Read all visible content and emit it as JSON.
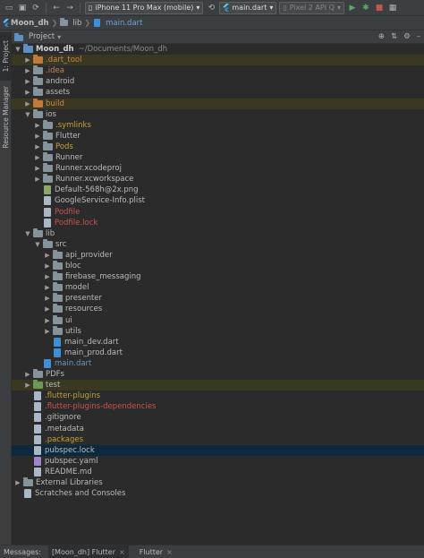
{
  "toolbar": {
    "device": "iPhone 11 Pro Max (mobile)",
    "run_config": "main.dart",
    "emulator": "Pixel 2 API Q"
  },
  "nav": {
    "project": "Moon_dh",
    "folder": "lib",
    "file": "main.dart"
  },
  "left_tabs": {
    "project": "1: Project",
    "resource_manager": "Resource Manager"
  },
  "panel": {
    "title": "Project"
  },
  "tree": [
    {
      "label": "Moon_dh",
      "path": "~/Documents/Moon_dh",
      "depth": 0,
      "arrow": "open",
      "icon": "module",
      "color": "bold"
    },
    {
      "label": ".dart_tool",
      "depth": 1,
      "arrow": "closed",
      "icon": "folder-orange",
      "color": "orange",
      "excluded": true
    },
    {
      "label": ".idea",
      "depth": 1,
      "arrow": "closed",
      "icon": "folder",
      "color": "orange"
    },
    {
      "label": "android",
      "depth": 1,
      "arrow": "closed",
      "icon": "folder",
      "color": "default"
    },
    {
      "label": "assets",
      "depth": 1,
      "arrow": "closed",
      "icon": "folder",
      "color": "default"
    },
    {
      "label": "build",
      "depth": 1,
      "arrow": "closed",
      "icon": "folder-orange",
      "color": "orange",
      "excluded": true
    },
    {
      "label": "ios",
      "depth": 1,
      "arrow": "open",
      "icon": "folder",
      "color": "default"
    },
    {
      "label": ".symlinks",
      "depth": 2,
      "arrow": "closed",
      "icon": "folder",
      "color": "yellowish"
    },
    {
      "label": "Flutter",
      "depth": 2,
      "arrow": "closed",
      "icon": "folder",
      "color": "default"
    },
    {
      "label": "Pods",
      "depth": 2,
      "arrow": "closed",
      "icon": "folder",
      "color": "yellowish"
    },
    {
      "label": "Runner",
      "depth": 2,
      "arrow": "closed",
      "icon": "folder",
      "color": "default"
    },
    {
      "label": "Runner.xcodeproj",
      "depth": 2,
      "arrow": "closed",
      "icon": "folder",
      "color": "default"
    },
    {
      "label": "Runner.xcworkspace",
      "depth": 2,
      "arrow": "closed",
      "icon": "folder",
      "color": "default"
    },
    {
      "label": "Default-568h@2x.png",
      "depth": 2,
      "arrow": "none",
      "icon": "file-img",
      "color": "default"
    },
    {
      "label": "GoogleService-Info.plist",
      "depth": 2,
      "arrow": "none",
      "icon": "file-text",
      "color": "default"
    },
    {
      "label": "Podfile",
      "depth": 2,
      "arrow": "none",
      "icon": "file-text",
      "color": "red"
    },
    {
      "label": "Podfile.lock",
      "depth": 2,
      "arrow": "none",
      "icon": "file-text",
      "color": "red"
    },
    {
      "label": "lib",
      "depth": 1,
      "arrow": "open",
      "icon": "folder",
      "color": "default"
    },
    {
      "label": "src",
      "depth": 2,
      "arrow": "open",
      "icon": "folder",
      "color": "default"
    },
    {
      "label": "api_provider",
      "depth": 3,
      "arrow": "closed",
      "icon": "folder",
      "color": "default"
    },
    {
      "label": "bloc",
      "depth": 3,
      "arrow": "closed",
      "icon": "folder",
      "color": "default"
    },
    {
      "label": "firebase_messaging",
      "depth": 3,
      "arrow": "closed",
      "icon": "folder",
      "color": "default"
    },
    {
      "label": "model",
      "depth": 3,
      "arrow": "closed",
      "icon": "folder",
      "color": "default"
    },
    {
      "label": "presenter",
      "depth": 3,
      "arrow": "closed",
      "icon": "folder",
      "color": "default"
    },
    {
      "label": "resources",
      "depth": 3,
      "arrow": "closed",
      "icon": "folder",
      "color": "default"
    },
    {
      "label": "ui",
      "depth": 3,
      "arrow": "closed",
      "icon": "folder",
      "color": "default"
    },
    {
      "label": "utils",
      "depth": 3,
      "arrow": "closed",
      "icon": "folder",
      "color": "default"
    },
    {
      "label": "main_dev.dart",
      "depth": 3,
      "arrow": "none",
      "icon": "file-dart",
      "color": "default"
    },
    {
      "label": "main_prod.dart",
      "depth": 3,
      "arrow": "none",
      "icon": "file-dart",
      "color": "default"
    },
    {
      "label": "main.dart",
      "depth": 2,
      "arrow": "none",
      "icon": "file-dart",
      "color": "blue"
    },
    {
      "label": "PDFs",
      "depth": 1,
      "arrow": "closed",
      "icon": "folder",
      "color": "default"
    },
    {
      "label": "test",
      "depth": 1,
      "arrow": "closed",
      "icon": "folder-green",
      "color": "default",
      "excluded": true
    },
    {
      "label": ".flutter-plugins",
      "depth": 1,
      "arrow": "none",
      "icon": "file-text",
      "color": "yellowish"
    },
    {
      "label": ".flutter-plugins-dependencies",
      "depth": 1,
      "arrow": "none",
      "icon": "file-text",
      "color": "red"
    },
    {
      "label": ".gitignore",
      "depth": 1,
      "arrow": "none",
      "icon": "file-text",
      "color": "default"
    },
    {
      "label": ".metadata",
      "depth": 1,
      "arrow": "none",
      "icon": "file-text",
      "color": "default"
    },
    {
      "label": ".packages",
      "depth": 1,
      "arrow": "none",
      "icon": "file-text",
      "color": "yellowish"
    },
    {
      "label": "pubspec.lock",
      "depth": 1,
      "arrow": "none",
      "icon": "file-text",
      "color": "default",
      "selected": true
    },
    {
      "label": "pubspec.yaml",
      "depth": 1,
      "arrow": "none",
      "icon": "file-yaml",
      "color": "default"
    },
    {
      "label": "README.md",
      "depth": 1,
      "arrow": "none",
      "icon": "file-text",
      "color": "default"
    },
    {
      "label": "External Libraries",
      "depth": 0,
      "arrow": "closed",
      "icon": "libs",
      "color": "default"
    },
    {
      "label": "Scratches and Consoles",
      "depth": 0,
      "arrow": "none",
      "icon": "scratch",
      "color": "default"
    }
  ],
  "bottom": {
    "messages": "Messages:",
    "tab1": "[Moon_dh] Flutter",
    "tab2": "Flutter"
  }
}
